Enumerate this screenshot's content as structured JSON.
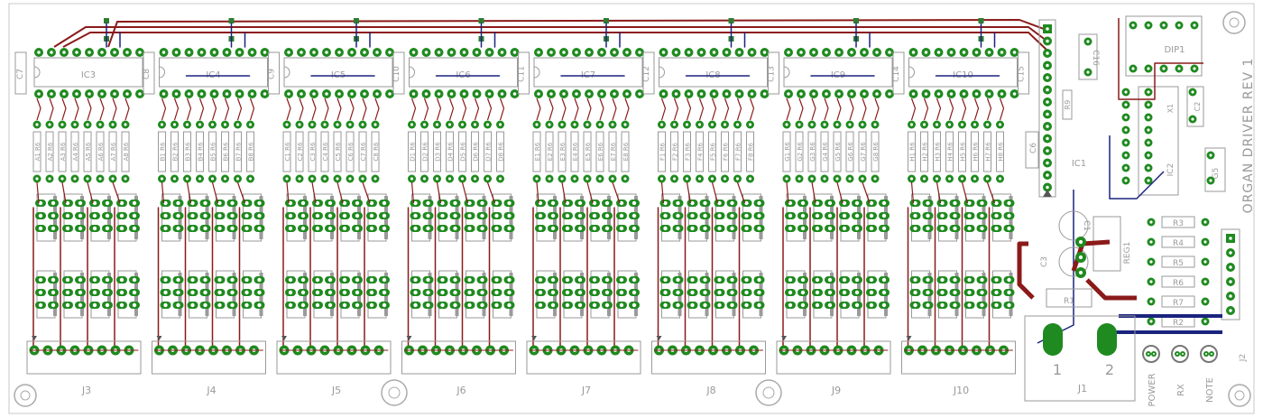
{
  "board": {
    "title": "ORGAN DRIVER REV 1",
    "colors": {
      "background": "#ffffff",
      "outline": "#c8c8c8",
      "silkscreen": "#9a9a9a",
      "pad": "#1f8a1f",
      "trace_top": "#8b1a1a",
      "trace_bottom": "#1a237e",
      "via": "#2e7d32"
    }
  },
  "groups": [
    {
      "letter": "A",
      "ic": "IC3",
      "connector": "J3",
      "cap_left": "C7",
      "cap_right": "C8"
    },
    {
      "letter": "B",
      "ic": "IC4",
      "connector": "J4",
      "cap_left": "",
      "cap_right": "C9"
    },
    {
      "letter": "C",
      "ic": "IC5",
      "connector": "J5",
      "cap_left": "",
      "cap_right": "C10"
    },
    {
      "letter": "D",
      "ic": "IC6",
      "connector": "J6",
      "cap_left": "",
      "cap_right": "C11"
    },
    {
      "letter": "E",
      "ic": "IC7",
      "connector": "J7",
      "cap_left": "",
      "cap_right": "C12"
    },
    {
      "letter": "F",
      "ic": "IC8",
      "connector": "J8",
      "cap_left": "",
      "cap_right": "C13"
    },
    {
      "letter": "G",
      "ic": "IC9",
      "connector": "J9",
      "cap_left": "",
      "cap_right": "C14"
    },
    {
      "letter": "H",
      "ic": "IC10",
      "connector": "J10",
      "cap_left": "",
      "cap_right": "C15"
    }
  ],
  "resistor_suffix": "R6",
  "right_section": {
    "ic1": "IC1",
    "c6": "C6",
    "c16": "C16",
    "r9": "R9",
    "dip": "DIP1",
    "ic2": "IC2",
    "x1": "X1",
    "c2": "C2",
    "g5": "G5",
    "reg": "REG1",
    "c1": "C1",
    "c3": "C3",
    "r1": "R1",
    "resistors": [
      "R3",
      "R4",
      "R5",
      "R6",
      "R7",
      "R2"
    ],
    "j1": "J1",
    "j1_pins": [
      "1",
      "2"
    ],
    "j2": "J2",
    "leds": [
      "POWER",
      "RX",
      "NOTE"
    ]
  }
}
